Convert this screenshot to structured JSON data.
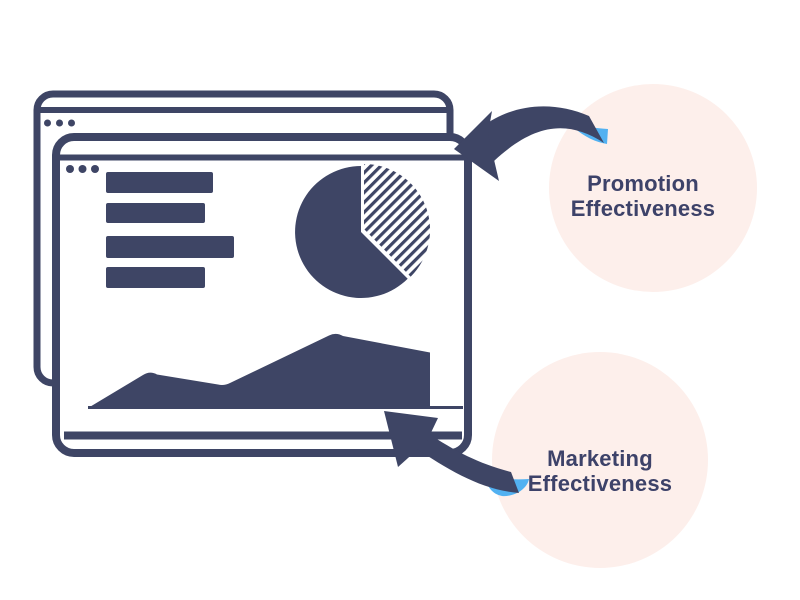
{
  "illustration": {
    "title": "Dashboard with promotion and marketing effectiveness callouts",
    "background_color": "#ffffff",
    "colors": {
      "navy": "#3e4565",
      "cream": "#fdefeb",
      "blue": "#52b1f1",
      "text": "#3d4269",
      "white": "#ffffff"
    },
    "browser_windows": {
      "back_window": {
        "control_dot_count": 3
      },
      "front_window": {
        "control_dot_count": 3,
        "text_placeholder_bar_count": 4
      }
    },
    "charts": {
      "pie_chart": {
        "hatched_slice_degrees": 135,
        "solid_slice_degrees": 225
      },
      "area_chart": {
        "peaks": 2
      }
    }
  },
  "badges": {
    "promotion": {
      "line1": "Promotion",
      "line2": "Effectiveness"
    },
    "marketing": {
      "line1": "Marketing",
      "line2": "Effectiveness"
    }
  }
}
